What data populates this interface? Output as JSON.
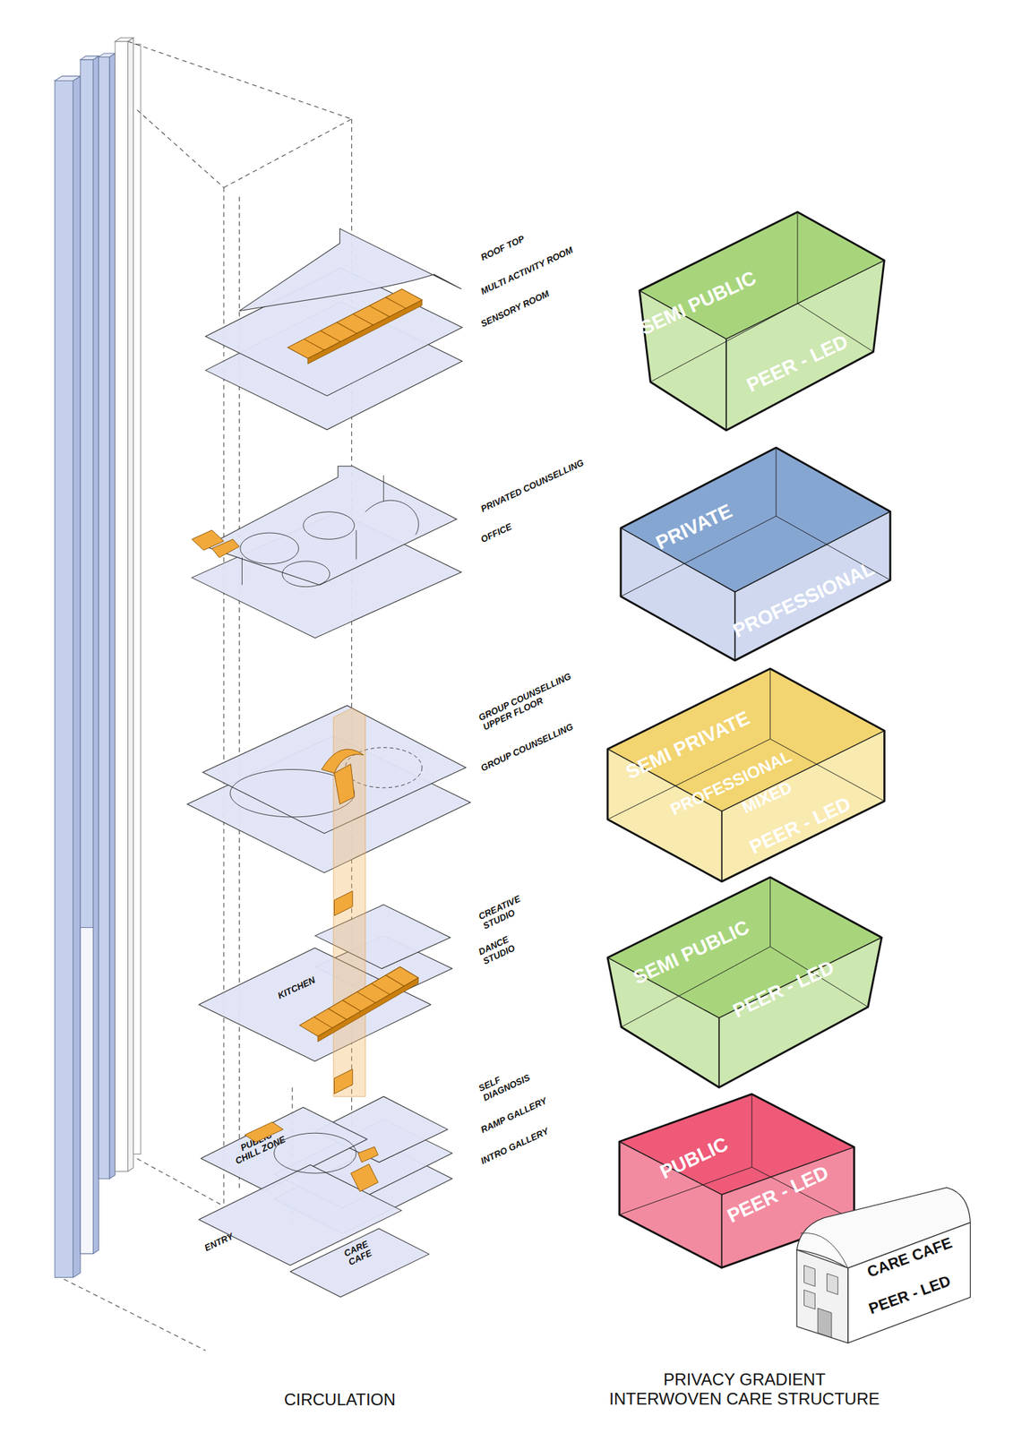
{
  "diagram": {
    "nodes": [
      {
        "text": [
          "SEMI PUBLIC",
          "PEER - LED"
        ]
      },
      {
        "text": [
          "PRIVATE",
          "PROFESSIONAL"
        ]
      },
      {
        "text": [
          "SEMI PRIVATE",
          "PROFESSIONAL",
          "MIXED",
          "PEER - LED"
        ]
      },
      {
        "text": [
          "SEMI PUBLIC",
          "PEER - LED"
        ]
      },
      {
        "text": [
          "KITCHEN"
        ]
      },
      {
        "text": [
          "PUBLIC CHILL ZONE"
        ]
      },
      {
        "text": [
          "PUBLIC",
          "PEER - LED"
        ]
      },
      {
        "text": [
          "ENTRY"
        ]
      },
      {
        "text": [
          "CARE CAFE"
        ]
      },
      {
        "text": [
          "CARE CAFE",
          "PEER - LED"
        ]
      }
    ],
    "labels": [
      "ROOF TOP",
      "MULTI ACTIVITY ROOM",
      "SENSORY ROOM",
      "PRIVATED COUNSELLING",
      "OFFICE",
      "GROUP COUNSELLING UPPER FLOOR",
      "GROUP COUNSELLING",
      "CREATIVE STUDIO",
      "DANCE STUDIO",
      "SELF DIAGNOSIS",
      "RAMP GALLERY",
      "INTRO GALLERY",
      "CIRCULATION",
      "PRIVACY GRADIENT INTERWOVEN CARE STRUCTURE"
    ]
  }
}
